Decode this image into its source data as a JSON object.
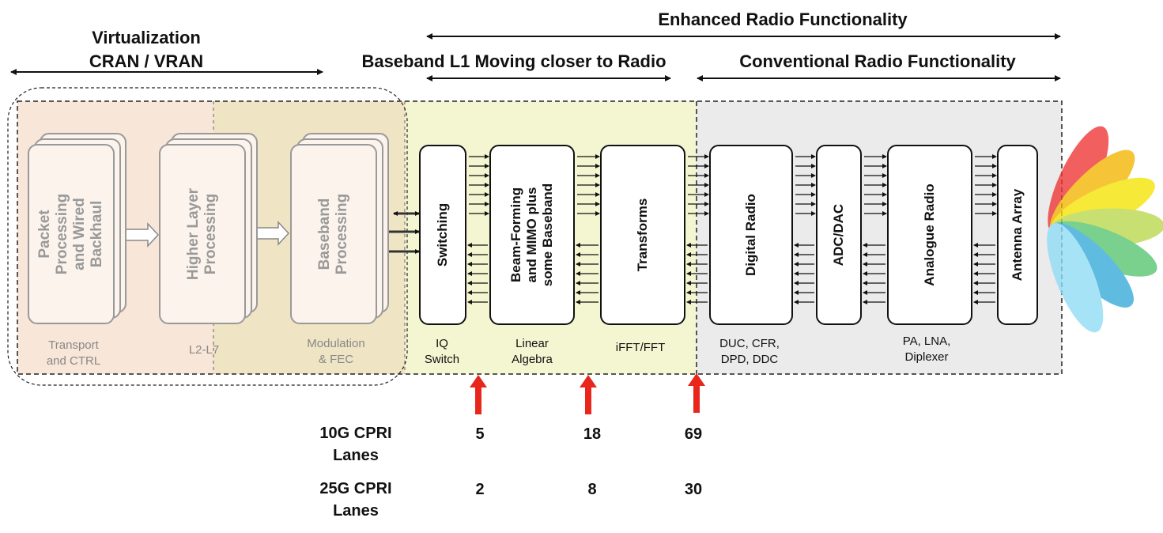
{
  "headers": {
    "virtualization": [
      "Virtualization",
      "CRAN / VRAN"
    ],
    "enhanced": "Enhanced Radio Functionality",
    "baseband_l1": "Baseband L1 Moving closer to Radio",
    "conventional": "Conventional Radio Functionality"
  },
  "blocks": {
    "packet": [
      "Packet",
      "Processing",
      "and Wired",
      "Backhaul"
    ],
    "higher": [
      "Higher Layer",
      "Processing"
    ],
    "baseband": [
      "Baseband",
      "Processing"
    ],
    "switching": [
      "Switching"
    ],
    "beamforming": [
      "Beam-Forming",
      "and MIMO plus",
      "some Baseband"
    ],
    "transforms": [
      "Transforms"
    ],
    "digital_radio": [
      "Digital Radio"
    ],
    "adc_dac": [
      "ADC/DAC"
    ],
    "analogue_radio": [
      "Analogue Radio"
    ],
    "antenna_array": [
      "Antenna Array"
    ]
  },
  "sublabels": {
    "transport": [
      "Transport",
      "and CTRL"
    ],
    "l2l7": [
      "L2-L7"
    ],
    "modulation": [
      "Modulation",
      "& FEC"
    ],
    "iq": [
      "IQ",
      "Switch"
    ],
    "linear": [
      "Linear",
      "Algebra"
    ],
    "ifft": [
      "iFFT/FFT"
    ],
    "duc": [
      "DUC, CFR,",
      "DPD, DDC"
    ],
    "pa": [
      "PA, LNA,",
      "Diplexer"
    ]
  },
  "table": {
    "row1_label": [
      "10G CPRI",
      "Lanes"
    ],
    "row2_label": [
      "25G CPRI",
      "Lanes"
    ],
    "row1_values": [
      "5",
      "18",
      "69"
    ],
    "row2_values": [
      "2",
      "8",
      "30"
    ]
  },
  "colors": {
    "virt_zone": "#f8e6d8",
    "mac_zone": "#efe4c4",
    "l1_zone": "#f4f6d2",
    "radio_zone": "#ebebeb",
    "arrow_red": "#e8261c",
    "petals": [
      "#ee3333",
      "#f4b400",
      "#f4e400",
      "#b9d84a",
      "#55c46e",
      "#33a9d8",
      "#8fdcf6"
    ]
  }
}
